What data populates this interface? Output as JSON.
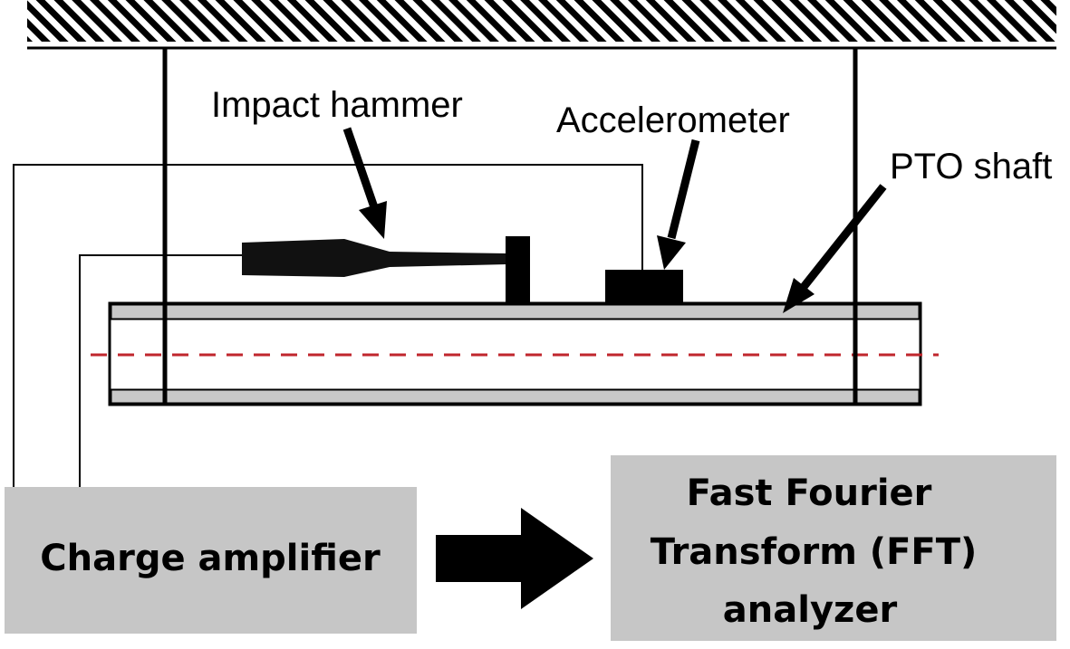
{
  "labels": {
    "impact_hammer": "Impact hammer",
    "accelerometer": "Accelerometer",
    "pto_shaft": "PTO shaft"
  },
  "charge_amplifier": {
    "label": "Charge amplifier"
  },
  "fft_analyzer": {
    "line1": "Fast Fourier",
    "line2": "Transform (FFT)",
    "line3": "analyzer"
  },
  "colors": {
    "box_fill": "#c6c6c6",
    "shaft_wall": "#c8c8c8",
    "centerline": "#c0262d",
    "ink": "#000000"
  }
}
